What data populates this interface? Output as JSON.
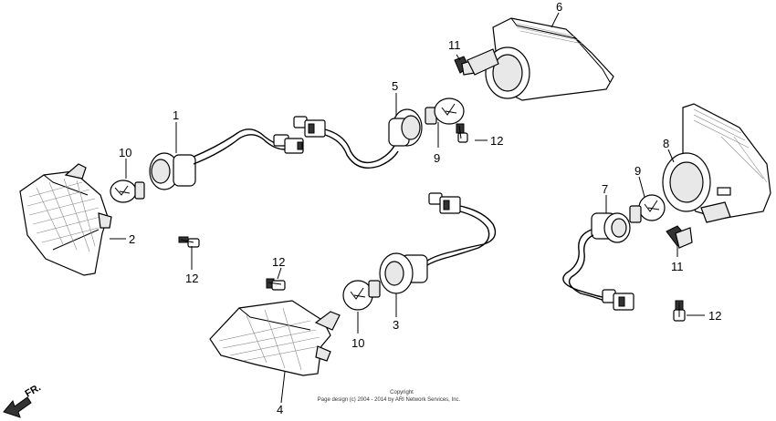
{
  "callouts": [
    {
      "id": "c1",
      "label": "1"
    },
    {
      "id": "c2",
      "label": "2"
    },
    {
      "id": "c3",
      "label": "3"
    },
    {
      "id": "c4",
      "label": "4"
    },
    {
      "id": "c5",
      "label": "5"
    },
    {
      "id": "c6",
      "label": "6"
    },
    {
      "id": "c7",
      "label": "7"
    },
    {
      "id": "c8",
      "label": "8"
    },
    {
      "id": "c9a",
      "label": "9"
    },
    {
      "id": "c9b",
      "label": "9"
    },
    {
      "id": "c10a",
      "label": "10"
    },
    {
      "id": "c10b",
      "label": "10"
    },
    {
      "id": "c11a",
      "label": "11"
    },
    {
      "id": "c11b",
      "label": "11"
    },
    {
      "id": "c12a",
      "label": "12"
    },
    {
      "id": "c12b",
      "label": "12"
    },
    {
      "id": "c12c",
      "label": "12"
    },
    {
      "id": "c12d",
      "label": "12"
    }
  ],
  "copyright": {
    "line1": "Copyright",
    "line2": "Page design (c) 2004 - 2014 by ARI Network Services, Inc."
  },
  "direction_label": "FR."
}
